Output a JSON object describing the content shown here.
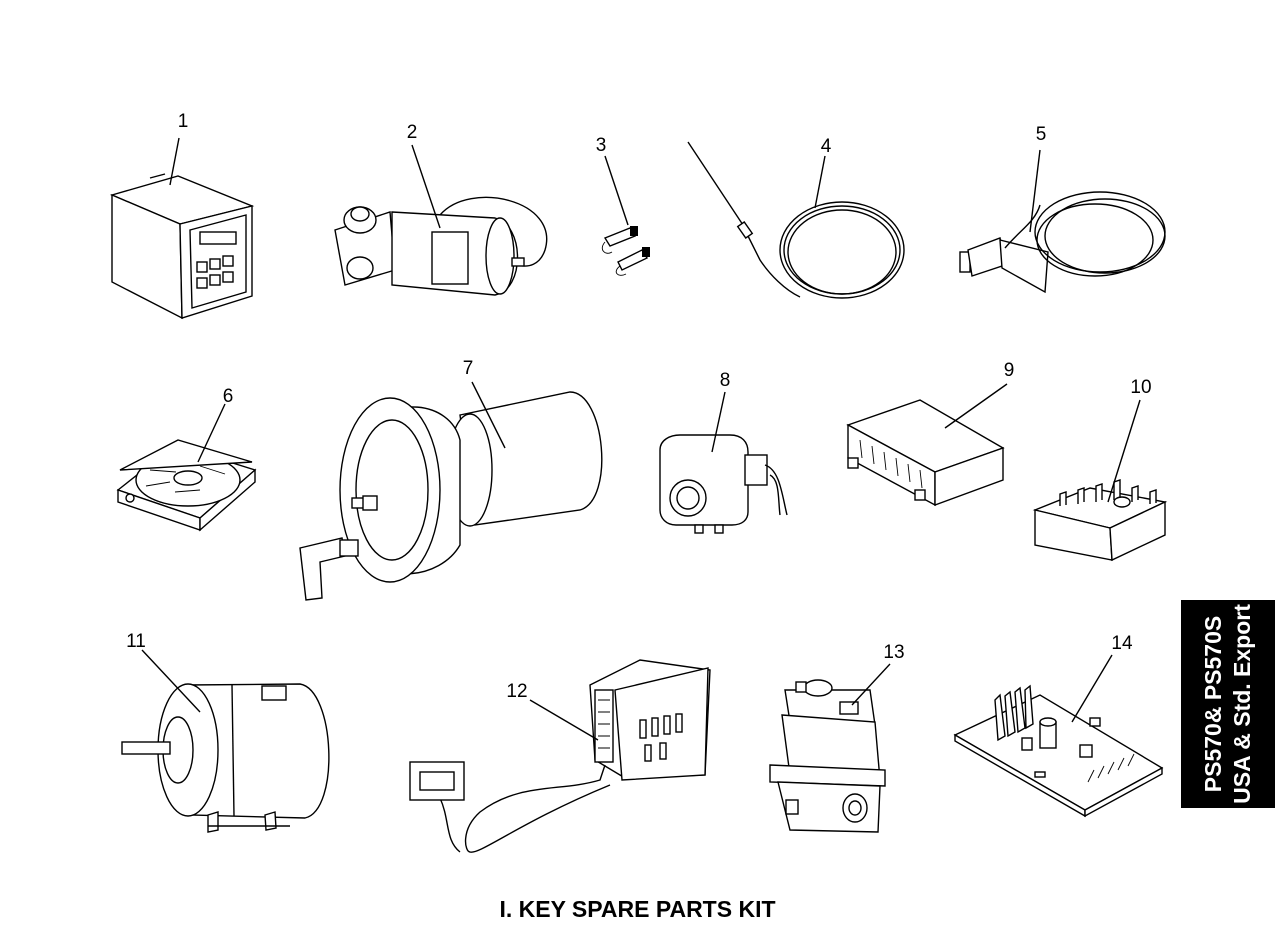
{
  "title": "I.  KEY SPARE PARTS KIT",
  "side_tab": {
    "line1": "PS570& PS570S",
    "line2": "USA & Std. Export"
  },
  "callouts": [
    {
      "label": "1",
      "part_icon": "controller-box-icon"
    },
    {
      "label": "2",
      "part_icon": "gear-motor-icon"
    },
    {
      "label": "3",
      "part_icon": "motor-brushes-icon"
    },
    {
      "label": "4",
      "part_icon": "temperature-probe-icon"
    },
    {
      "label": "5",
      "part_icon": "thermostat-bulb-icon"
    },
    {
      "label": "6",
      "part_icon": "cooling-fan-icon"
    },
    {
      "label": "7",
      "part_icon": "blower-motor-icon"
    },
    {
      "label": "8",
      "part_icon": "air-pressure-switch-icon"
    },
    {
      "label": "9",
      "part_icon": "relay-module-icon"
    },
    {
      "label": "10",
      "part_icon": "heat-sink-module-icon"
    },
    {
      "label": "11",
      "part_icon": "electric-motor-icon"
    },
    {
      "label": "12",
      "part_icon": "ignition-control-board-icon"
    },
    {
      "label": "13",
      "part_icon": "gas-valve-icon"
    },
    {
      "label": "14",
      "part_icon": "circuit-board-icon"
    }
  ]
}
